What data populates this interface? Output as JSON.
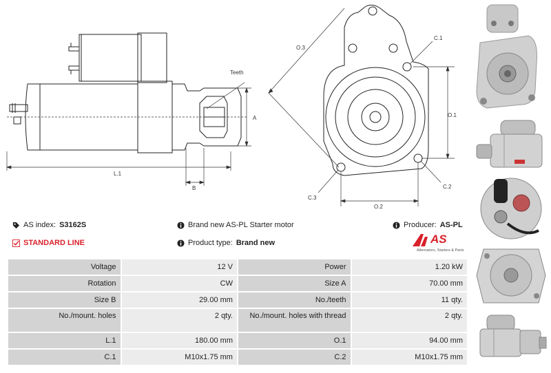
{
  "drawing": {
    "labels": {
      "teeth": "Teeth",
      "a": "A",
      "l1": "L.1",
      "b": "B",
      "o3": "O.3",
      "c1": "C.1",
      "o1": "O.1",
      "c2": "C.2",
      "c3": "C.3",
      "o2": "O.2"
    }
  },
  "info": {
    "as_index_label": "AS index:",
    "as_index_value": "S3162S",
    "standard_line": "STANDARD LINE",
    "brand_new_text": "Brand new AS-PL Starter motor",
    "product_type_label": "Product type:",
    "product_type_value": "Brand new",
    "producer_label": "Producer:",
    "producer_value": "AS-PL"
  },
  "logo": {
    "brand": "AS",
    "tagline": "Alternators, Starters & Parts"
  },
  "specs": [
    {
      "l1": "Voltage",
      "v1": "12 V",
      "l2": "Power",
      "v2": "1.20 kW"
    },
    {
      "l1": "Rotation",
      "v1": "CW",
      "l2": "Size A",
      "v2": "70.00 mm"
    },
    {
      "l1": "Size B",
      "v1": "29.00 mm",
      "l2": "No./teeth",
      "v2": "11 qty."
    },
    {
      "l1": "No./mount. holes",
      "v1": "2 qty.",
      "l2": "No./mount. holes with thread",
      "v2": "2 qty."
    },
    {
      "l1": "L.1",
      "v1": "180.00 mm",
      "l2": "O.1",
      "v2": "94.00 mm"
    },
    {
      "l1": "C.1",
      "v1": "M10x1.75 mm",
      "l2": "C.2",
      "v2": "M10x1.75 mm"
    }
  ],
  "colors": {
    "accent": "#d8202a",
    "label_bg": "#d3d3d3",
    "value_bg": "#ececec"
  }
}
